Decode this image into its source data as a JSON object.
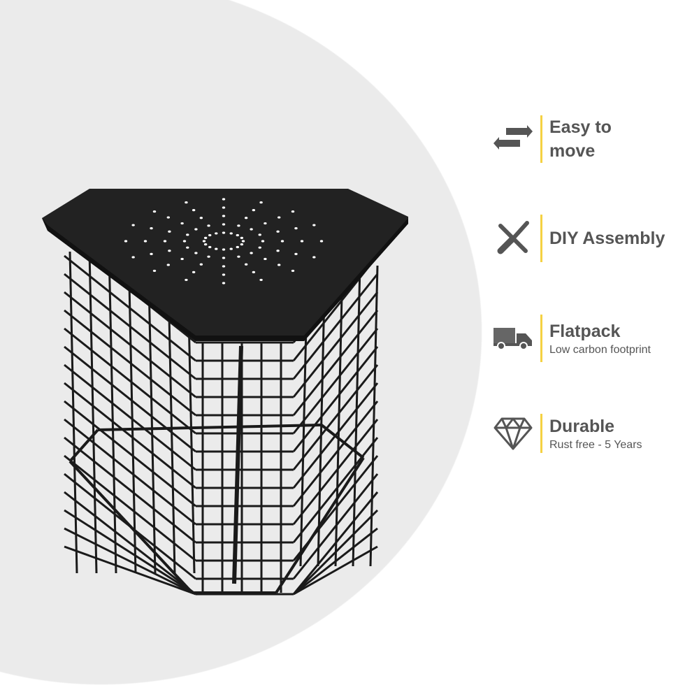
{
  "features": [
    {
      "icon": "arrows-left-right-icon",
      "title": "Easy to move"
    },
    {
      "icon": "wrench-screwdriver-icon",
      "title": "DIY Assembly"
    },
    {
      "icon": "truck-icon",
      "title": "Flatpack",
      "subtitle": "Low carbon footprint"
    },
    {
      "icon": "diamond-icon",
      "title": "Durable",
      "subtitle": "Rust free - 5 Years"
    }
  ],
  "colors": {
    "accent": "#f5d142",
    "text": "#555555",
    "background_circle": "#ebebeb",
    "product": "#1e1e1e"
  }
}
